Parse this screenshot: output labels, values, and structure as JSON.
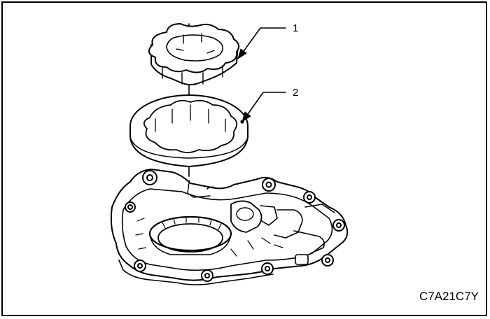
{
  "callouts": [
    {
      "label": "1"
    },
    {
      "label": "2"
    }
  ],
  "figure_code": "C7A21C7Y",
  "colors": {
    "ink": "#000000",
    "paper": "#ffffff",
    "tint": "#e6e6e6"
  }
}
